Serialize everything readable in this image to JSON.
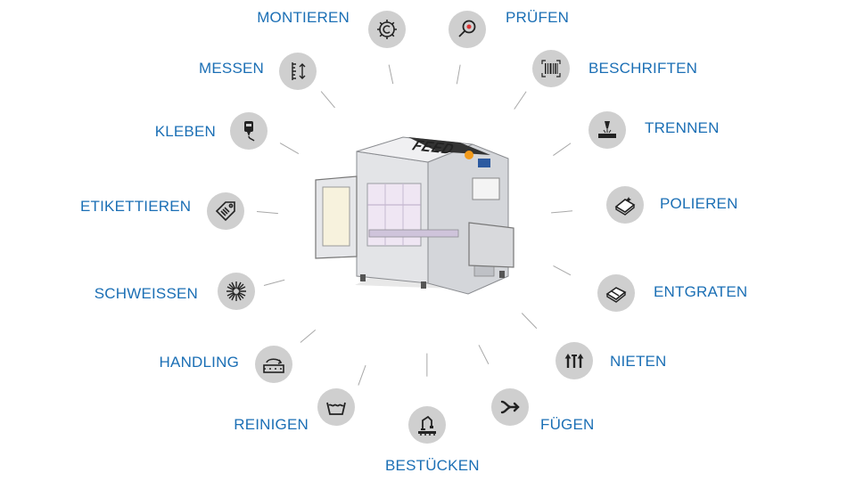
{
  "machine": {
    "brand": "FEED"
  },
  "functions": [
    {
      "id": "montieren",
      "label": "MONTIEREN",
      "icon": "gear-c-icon"
    },
    {
      "id": "pruefen",
      "label": "PRÜFEN",
      "icon": "magnifier-icon"
    },
    {
      "id": "beschriften",
      "label": "BESCHRIFTEN",
      "icon": "barcode-icon"
    },
    {
      "id": "trennen",
      "label": "TRENNEN",
      "icon": "cutting-icon"
    },
    {
      "id": "polieren",
      "label": "POLIEREN",
      "icon": "polish-icon"
    },
    {
      "id": "entgraten",
      "label": "ENTGRATEN",
      "icon": "deburr-icon"
    },
    {
      "id": "nieten",
      "label": "NIETEN",
      "icon": "rivet-icon"
    },
    {
      "id": "fuegen",
      "label": "FÜGEN",
      "icon": "join-arrows-icon"
    },
    {
      "id": "bestuecken",
      "label": "BESTÜCKEN",
      "icon": "pick-place-icon"
    },
    {
      "id": "reinigen",
      "label": "REINIGEN",
      "icon": "wash-basin-icon"
    },
    {
      "id": "handling",
      "label": "HANDLING",
      "icon": "transfer-icon"
    },
    {
      "id": "schweissen",
      "label": "SCHWEISSEN",
      "icon": "spark-icon"
    },
    {
      "id": "etikettieren",
      "label": "ETIKETTIEREN",
      "icon": "tag-icon"
    },
    {
      "id": "kleben",
      "label": "KLEBEN",
      "icon": "glue-dispenser-icon"
    },
    {
      "id": "messen",
      "label": "MESSEN",
      "icon": "ruler-icon"
    }
  ]
}
